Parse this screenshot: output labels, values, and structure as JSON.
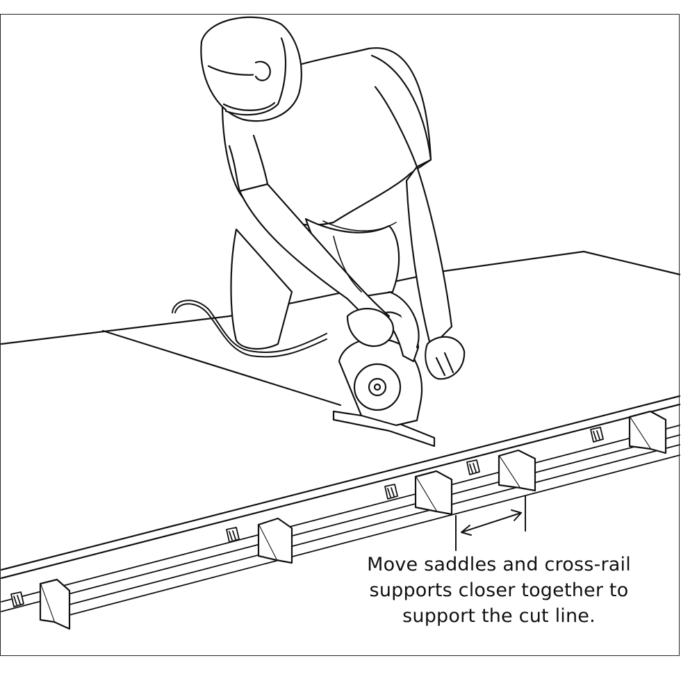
{
  "caption": {
    "line1": "Move saddles and cross-rail",
    "line2": "supports closer together to",
    "line3": "support the cut line."
  },
  "colors": {
    "ink": "#111111",
    "paper": "#ffffff",
    "fill": "#f4f4f4"
  }
}
